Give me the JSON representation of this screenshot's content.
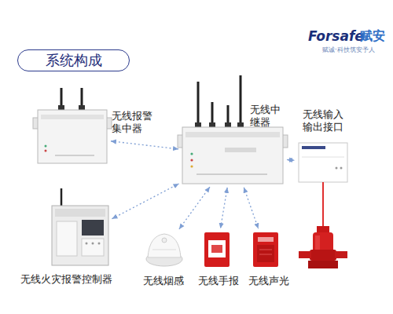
{
  "diagram": {
    "title": "系统构成",
    "nodes": [
      {
        "text": [
          "无线报警集中器"
        ]
      },
      {
        "text": [
          "无线中继器"
        ]
      },
      {
        "text": [
          "无线输入输出接口"
        ]
      },
      {
        "text": [
          "无线火灾报警控制器"
        ]
      },
      {
        "text": [
          "无线烟感"
        ]
      },
      {
        "text": [
          "无线手报"
        ]
      },
      {
        "text": [
          "无线声光"
        ]
      }
    ],
    "edges": [
      {
        "from": 0,
        "to": 1,
        "arrow": "both"
      },
      {
        "from": 3,
        "to": 1,
        "arrow": "both"
      },
      {
        "from": 1,
        "to": 2,
        "arrow": "both"
      },
      {
        "from": 1,
        "to": 4,
        "arrow": "both"
      },
      {
        "from": 1,
        "to": 5,
        "arrow": "both"
      },
      {
        "from": 1,
        "to": 6,
        "arrow": "both"
      }
    ],
    "labels": [
      "Forsafe",
      "赋安",
      "赋诚·科技筑安予人"
    ]
  }
}
